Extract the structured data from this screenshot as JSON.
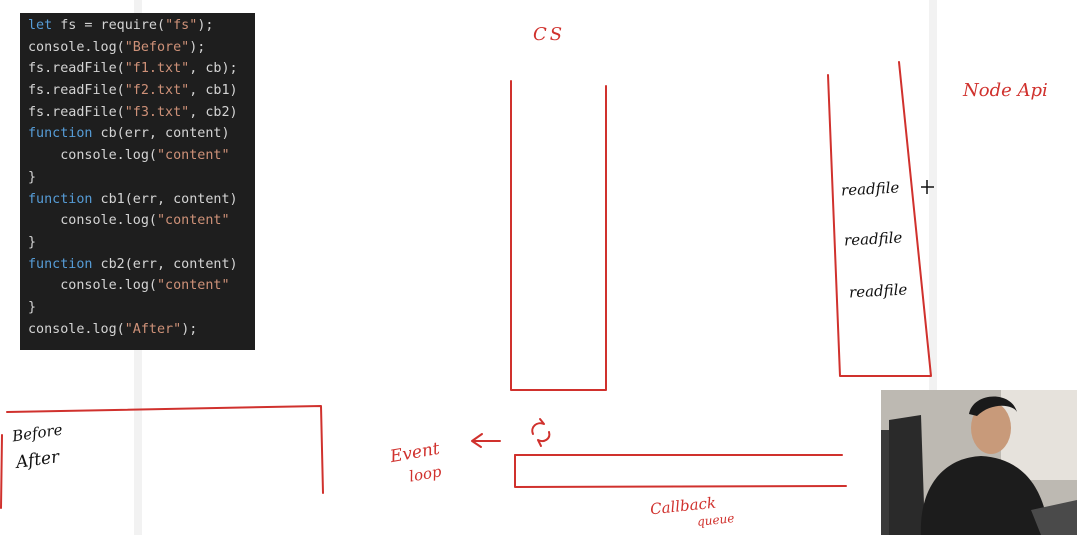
{
  "code": {
    "lines": [
      [
        {
          "t": "let",
          "c": "kw"
        },
        {
          "t": " fs = require("
        },
        {
          "t": "\"fs\"",
          "c": "str"
        },
        {
          "t": ");"
        }
      ],
      [
        {
          "t": "console.log("
        },
        {
          "t": "\"Before\"",
          "c": "str"
        },
        {
          "t": ");"
        }
      ],
      [
        {
          "t": "fs.readFile("
        },
        {
          "t": "\"f1.txt\"",
          "c": "str"
        },
        {
          "t": ", cb);"
        }
      ],
      [
        {
          "t": "fs.readFile("
        },
        {
          "t": "\"f2.txt\"",
          "c": "str"
        },
        {
          "t": ", cb1)"
        }
      ],
      [
        {
          "t": "fs.readFile("
        },
        {
          "t": "\"f3.txt\"",
          "c": "str"
        },
        {
          "t": ", cb2)"
        }
      ],
      [
        {
          "t": "function",
          "c": "kw"
        },
        {
          "t": " cb(err, content)"
        }
      ],
      [
        {
          "t": "    console.log("
        },
        {
          "t": "\"content\"",
          "c": "str"
        }
      ],
      [
        {
          "t": "}"
        }
      ],
      [
        {
          "t": "function",
          "c": "kw"
        },
        {
          "t": " cb1(err, content)"
        }
      ],
      [
        {
          "t": "    console.log("
        },
        {
          "t": "\"content\"",
          "c": "str"
        }
      ],
      [
        {
          "t": "}"
        }
      ],
      [
        {
          "t": "function",
          "c": "kw"
        },
        {
          "t": " cb2(err, content)"
        }
      ],
      [
        {
          "t": "    console.log("
        },
        {
          "t": "\"content\"",
          "c": "str"
        }
      ],
      [
        {
          "t": "}"
        }
      ],
      [
        {
          "t": "console.log("
        },
        {
          "t": "\"After\"",
          "c": "str"
        },
        {
          "t": ");"
        }
      ]
    ]
  },
  "labels": {
    "cs": "CS",
    "node_api": "Node Api",
    "event_loop_line1": "Event",
    "event_loop_line2": "loop",
    "callback_line1": "Callback",
    "callback_line2": "queue",
    "console_line1": "Before",
    "console_line2": "After",
    "api_items": [
      "readfile",
      "readfile",
      "readfile"
    ]
  },
  "colors": {
    "ink_red": "#d0312d",
    "ink_black": "#111111",
    "code_bg": "#1e1e1e",
    "keyword": "#569cd6",
    "string": "#ce9178"
  }
}
